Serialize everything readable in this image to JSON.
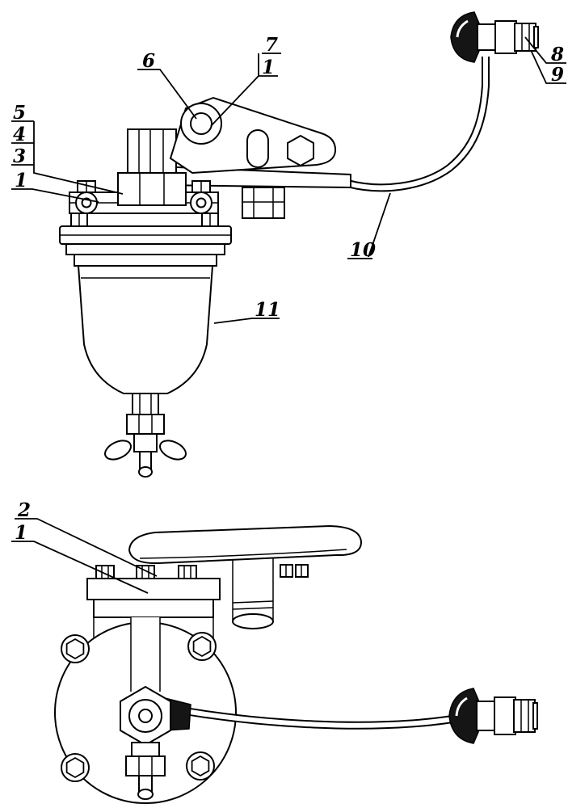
{
  "colors": {
    "background": "#ffffff",
    "line": "#000000",
    "dark_fill": "#151515"
  },
  "callouts": {
    "upper": {
      "c5": "5",
      "c4": "4",
      "c3": "3",
      "c1_left": "1",
      "c6": "6",
      "c7": "7",
      "c1_top": "1",
      "c8": "8",
      "c9": "9",
      "c10": "10",
      "c11": "11"
    },
    "lower": {
      "c2": "2",
      "c1": "1"
    }
  }
}
